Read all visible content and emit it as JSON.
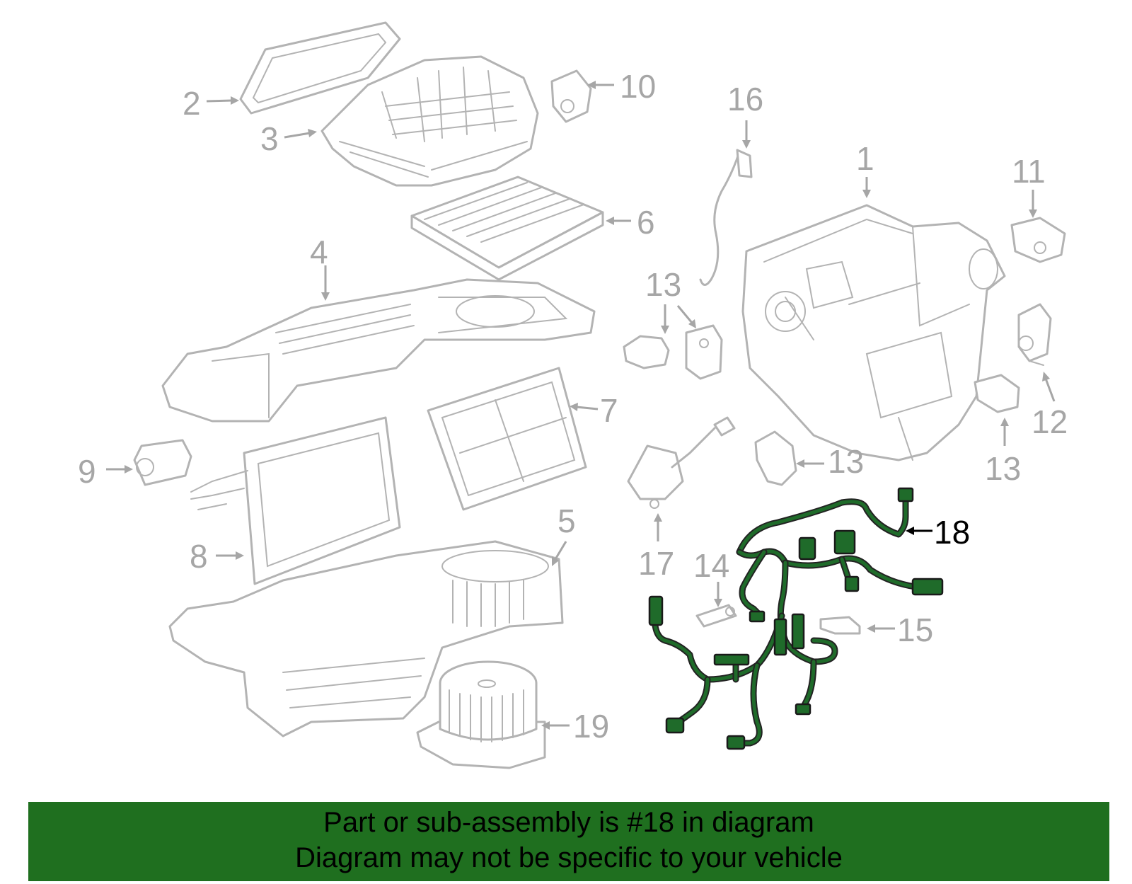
{
  "diagram": {
    "highlight_part": "18",
    "highlight_color": "#1f6b2a",
    "outline_color": "#b3b3b3",
    "callouts": [
      {
        "id": "1",
        "label": "1"
      },
      {
        "id": "2",
        "label": "2"
      },
      {
        "id": "3",
        "label": "3"
      },
      {
        "id": "4",
        "label": "4"
      },
      {
        "id": "5",
        "label": "5"
      },
      {
        "id": "6",
        "label": "6"
      },
      {
        "id": "7",
        "label": "7"
      },
      {
        "id": "8",
        "label": "8"
      },
      {
        "id": "9",
        "label": "9"
      },
      {
        "id": "10",
        "label": "10"
      },
      {
        "id": "11",
        "label": "11"
      },
      {
        "id": "12",
        "label": "12"
      },
      {
        "id": "13a",
        "label": "13"
      },
      {
        "id": "13b",
        "label": "13"
      },
      {
        "id": "13c",
        "label": "13"
      },
      {
        "id": "13d",
        "label": "13"
      },
      {
        "id": "14",
        "label": "14"
      },
      {
        "id": "15",
        "label": "15"
      },
      {
        "id": "16",
        "label": "16"
      },
      {
        "id": "17",
        "label": "17"
      },
      {
        "id": "18",
        "label": "18"
      },
      {
        "id": "19",
        "label": "19"
      }
    ]
  },
  "banner": {
    "line1": "Part or sub-assembly is #18 in diagram",
    "line2": "Diagram may not be specific to your vehicle",
    "background": "#1f6f1f"
  }
}
